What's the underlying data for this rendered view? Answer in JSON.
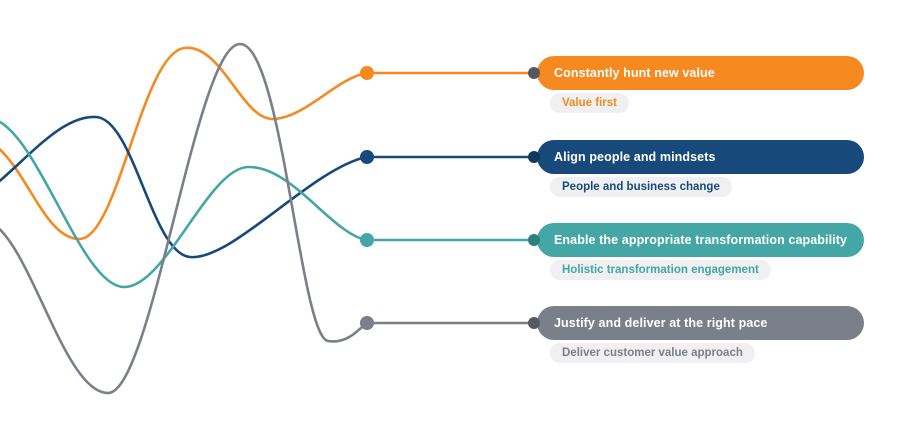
{
  "diagram": {
    "background": "#ffffff",
    "sub_badge_bg": "#f0f0f2",
    "pill_text_color": "#ffffff",
    "items": [
      {
        "title": "Constantly hunt new value",
        "subtitle": "Value first",
        "color": "#F6891F",
        "edge_dot_color": "#55585f"
      },
      {
        "title": "Align people and mindsets",
        "subtitle": "People and business change",
        "color": "#17497B",
        "edge_dot_color": "#0e3a60"
      },
      {
        "title": "Enable the appropriate transformation capability",
        "subtitle": "Holistic transformation engagement",
        "color": "#45A6A6",
        "edge_dot_color": "#2e8080"
      },
      {
        "title": "Justify and deliver at the right pace",
        "subtitle": "Deliver customer value approach",
        "color": "#7B7F8A",
        "edge_dot_color": "#565a64"
      }
    ]
  }
}
